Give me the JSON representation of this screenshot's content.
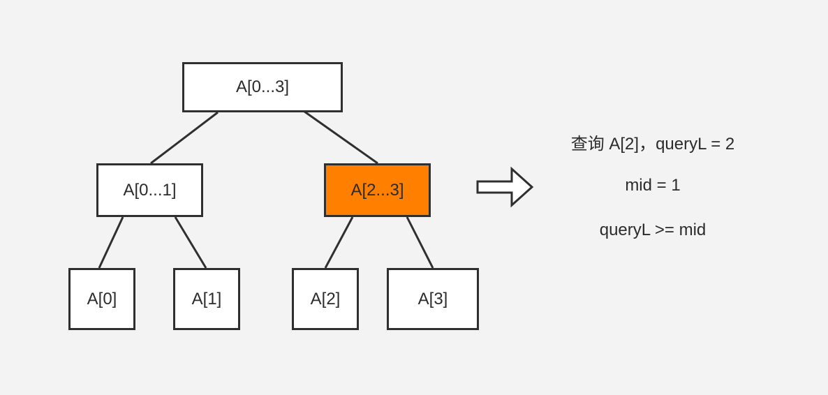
{
  "tree": {
    "root": {
      "label": "A[0...3]"
    },
    "left": {
      "label": "A[0...1]"
    },
    "right": {
      "label": "A[2...3]",
      "highlighted": true,
      "fill": "#ff8000"
    },
    "leaves": [
      {
        "label": "A[0]"
      },
      {
        "label": "A[1]"
      },
      {
        "label": "A[2]"
      },
      {
        "label": "A[3]"
      }
    ]
  },
  "notes": [
    "查询 A[2]，queryL = 2",
    "mid = 1",
    "queryL >= mid"
  ],
  "colors": {
    "background": "#f3f3f3",
    "stroke": "#2f2f2f",
    "highlight": "#ff8000",
    "text": "#2b2b2b"
  },
  "icons": {
    "arrow": "right-arrow-outline-icon"
  }
}
